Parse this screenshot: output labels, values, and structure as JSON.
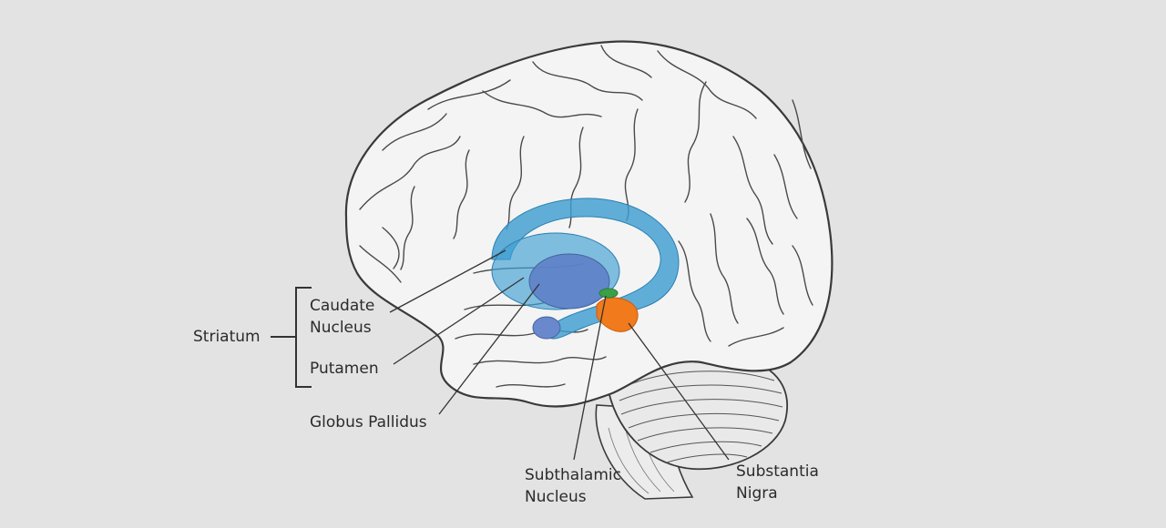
{
  "colors": {
    "background": "#e3e3e3",
    "brain_fill": "#f4f4f4",
    "brain_outline": "#3a3a3a",
    "cerebellum_fill": "#e9e9e9",
    "caudate_putamen": "#3f9fd2",
    "globus_pallidus": "#5f7fc8",
    "subthalamic_nucleus": "#3aa048",
    "substantia_nigra": "#f07a1c",
    "leader_line": "#333333"
  },
  "labels": {
    "striatum": "Striatum",
    "caudate": [
      "Caudate",
      "Nucleus"
    ],
    "putamen": "Putamen",
    "globus_pallidus": "Globus Pallidus",
    "subthalamic": [
      "Subthalamic",
      "Nucleus"
    ],
    "substantia_nigra": [
      "Substantia",
      "Nigra"
    ]
  }
}
